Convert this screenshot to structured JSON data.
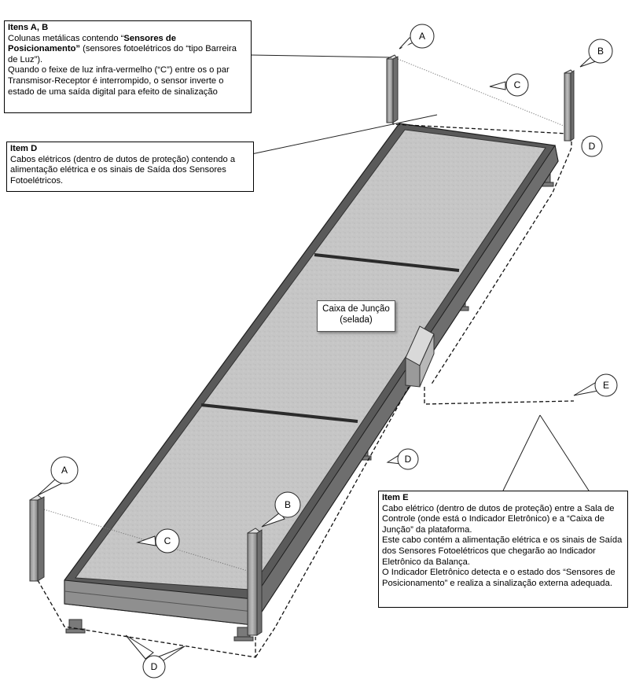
{
  "labels": {
    "a": "A",
    "b": "B",
    "c": "C",
    "d": "D",
    "e": "E"
  },
  "box_ab": {
    "title": "Itens A, B",
    "line1_pre": "Colunas metálicas contendo “",
    "line1_bold": "Sensores de Posicionamento”",
    "line1_post": " (sensores fotoelétricos  do “tipo Barreira de Luz”).",
    "line2": "Quando o feixe de luz infra-vermelho (“C”)  entre os o par Transmisor-Receptor é interrompido, o sensor inverte o estado de uma saída digital para efeito de sinalização"
  },
  "box_d": {
    "title": "Item D",
    "text": "Cabos elétricos (dentro de dutos de proteção) contendo a alimentação elétrica e os sinais de Saída dos Sensores Fotoelétricos."
  },
  "junction_box": {
    "line1": "Caixa de Junção",
    "line2": "(selada)"
  },
  "box_e": {
    "title": "Item E",
    "p1": "Cabo elétrico (dentro de dutos de proteção) entre a Sala de Controle (onde está o Indicador Eletrônico) e a “Caixa de Junção” da plataforma.",
    "p2": "Este cabo contém a alimentação elétrica e os sinais de Saída dos Sensores Fotoelétricos que chegarão ao Indicador Eletrônico da Balança.",
    "p3": "O Indicador Eletrônico detecta e o estado dos “Sensores de Posicionamento” e realiza a sinalização externa adequada."
  }
}
